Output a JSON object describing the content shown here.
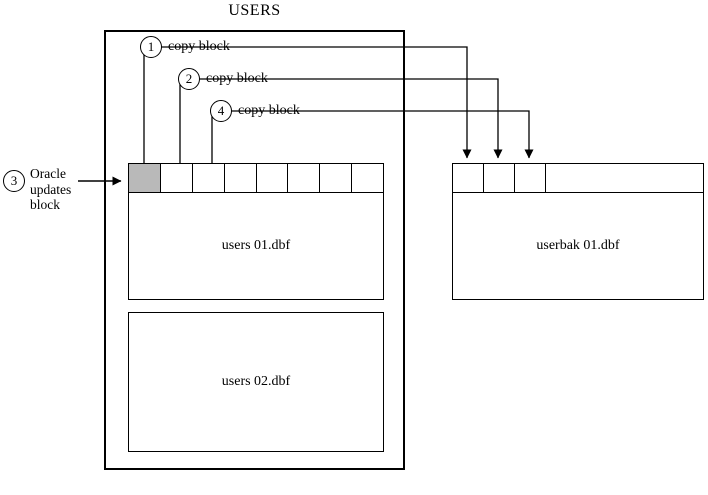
{
  "title": "USERS",
  "steps": [
    {
      "num": "1",
      "label": "copy block"
    },
    {
      "num": "2",
      "label": "copy block"
    },
    {
      "num": "4",
      "label": "copy block"
    }
  ],
  "update_step": {
    "num": "3",
    "label": "Oracle updates block"
  },
  "datafiles": {
    "users01_label": "users 01.dbf",
    "users02_label": "users 02.dbf",
    "userbak01_label": "userbak 01.dbf"
  },
  "colors": {
    "updated_block": "#b9b9b9",
    "line": "#000000",
    "background": "#ffffff"
  }
}
